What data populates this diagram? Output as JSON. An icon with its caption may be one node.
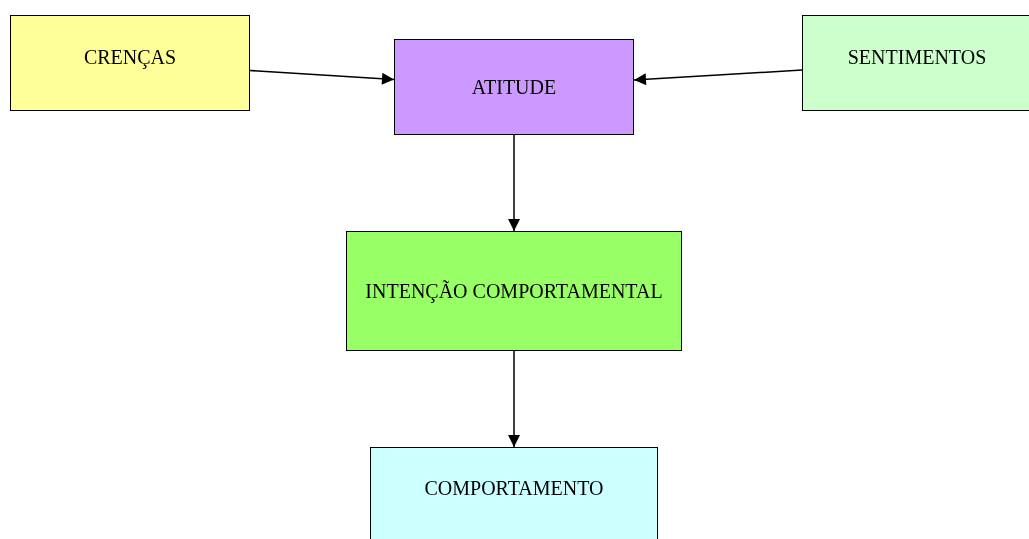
{
  "diagram": {
    "nodes": [
      {
        "text": [
          "CRENÇAS"
        ]
      },
      {
        "text": [
          "ATITUDE"
        ]
      },
      {
        "text": [
          "SENTIMENTOS"
        ]
      },
      {
        "text": [
          "INTENÇÃO COMPORTAMENTAL"
        ]
      },
      {
        "text": [
          "COMPORTAMENTO"
        ]
      }
    ],
    "edges": [
      {
        "from": 0,
        "to": 1,
        "arrow": "to"
      },
      {
        "from": 2,
        "to": 1,
        "arrow": "to"
      },
      {
        "from": 1,
        "to": 3,
        "arrow": "to"
      },
      {
        "from": 3,
        "to": 4,
        "arrow": "to"
      }
    ]
  }
}
